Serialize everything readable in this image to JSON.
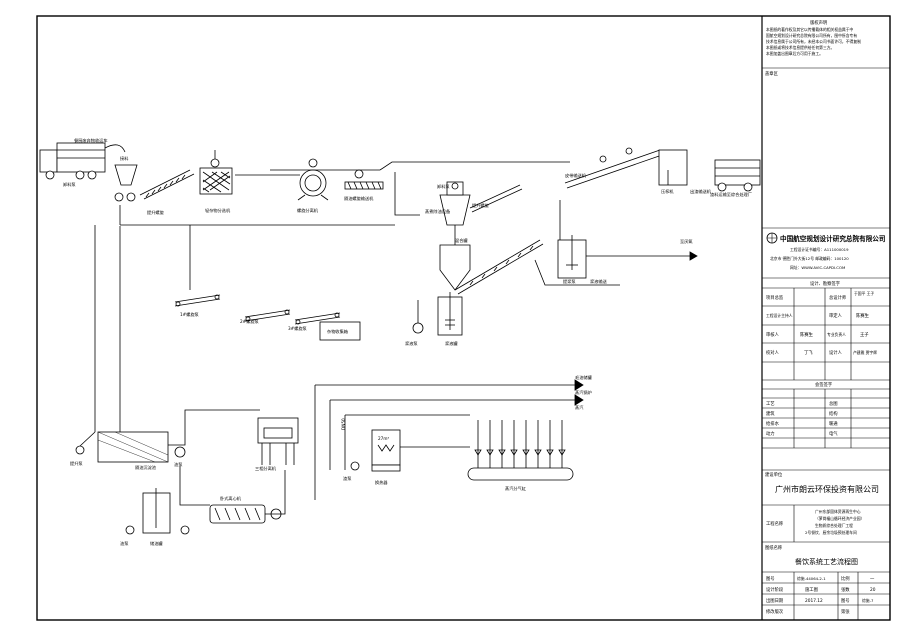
{
  "labels": {
    "truck_left": "餐厨废弃物收运车",
    "unload_pump": "卸料泵",
    "tank_top_left": "接料",
    "screw_conveyor_1": "提升螺旋",
    "sorting_machine": "轻杂物分选机",
    "dewater_machine": "螺旋分离机",
    "screw_conveyor_2": "隔油螺旋输送机",
    "belt_conveyor": "皮带输送机",
    "compressor": "压榨机",
    "slag_conveyor": "出渣输送机",
    "truck_right": "渣料运输至综合处理厂",
    "grease_device": "蒸煮除油设备",
    "hopper_pump": "卸料泵",
    "slag_screw": "提升螺旋",
    "mixer": "混合罐",
    "slurry_tank": "浆液罐",
    "slurry_pump": "浆液泵",
    "slurry_conveyor": "浆液输送",
    "sump_pump": "提浆泵",
    "pre_tank": "预处理罐",
    "outlet_top_right": "至厌氧",
    "screw_a": "1#螺旋泵",
    "screw_b": "2#螺旋泵",
    "screw_c": "3#螺旋泵",
    "impurity_box": "杂物收集箱",
    "pump_lower_left": "提升泵",
    "oil_tank": "隔油沉淀池",
    "oil_pump": "油泵",
    "drain": "排污",
    "sep_tank": "三相分离机",
    "oil_outlet": "毛油储罐",
    "sludge_pump": "渣泵",
    "screw_press": "卧式离心机",
    "heat_exchanger": "换热器",
    "tank_27": "27m³",
    "gas_header": "蒸汽分气缸",
    "gas_out1": "蒸汽锅炉",
    "gas_out2": "蒸汽",
    "tank_bottom": "储油罐",
    "pump_bottom": "油泵",
    "dn_label": "DN50"
  },
  "titleblock": {
    "notice_title": "版权声明",
    "notice_lines": [
      "本图纸的著作权及其它以传播载体的相关权益属于中",
      "国航空规划设计研究总院有限公司所有，图中所含专有",
      "技术信息属于公司所有，未经本公司书面许可，不得复制",
      "本图纸或将技术信息提供给任何第三方。",
      "本图加盖出图章后方可用于施工。"
    ],
    "stamp_label": "盖章区",
    "company_name": "中国航空规划设计研究总院有限公司",
    "cert": "工程设计证书编号：A111000019",
    "address": "北京市 德胜门外大街12号   邮政编码：100120",
    "website": "网址：WWW.AVIC-CAPDI.COM",
    "sign_header": "设计、勘察签字",
    "sign_rows": [
      [
        "项目总监",
        "",
        "总设计师",
        "于国平  王子"
      ],
      [
        "工程设计主持人",
        "",
        "审定人",
        "陈赛生"
      ],
      [
        "审核人",
        "陈赛生",
        "专业负责人",
        "王子"
      ],
      [
        "校对人",
        "丁飞",
        "设计人",
        "卢建雅 贾宇辉"
      ]
    ],
    "cosign_header": "会签签字",
    "cosign_rows": [
      [
        "工艺",
        "",
        "总图",
        ""
      ],
      [
        "建筑",
        "",
        "结构",
        ""
      ],
      [
        "给排水",
        "",
        "暖通",
        ""
      ],
      [
        "动力",
        "",
        "电气",
        ""
      ],
      [
        "",
        "",
        "",
        ""
      ]
    ],
    "client_label": "建设单位",
    "client_name": "广州市朗云环保投资有限公司",
    "project_label": "工程名称",
    "project_lines": [
      "广州东部固体资源再生中心",
      "（萝岗福山循环经济产业园）",
      "生物质综合处理厂工程",
      "2号餐饮、厨余垃圾预处理车间"
    ],
    "drawing_label": "图纸名称",
    "drawing_name": "餐饮系统工艺流程图",
    "footer_rows": [
      [
        "图号",
        "综施-44064-2-1",
        "比例",
        "一"
      ],
      [
        "设计阶段",
        "施工图",
        "张数",
        "20"
      ],
      [
        "出图日期",
        "2017.12",
        "图号",
        "综施-7"
      ],
      [
        "修改版次",
        "",
        "第张",
        ""
      ]
    ]
  }
}
